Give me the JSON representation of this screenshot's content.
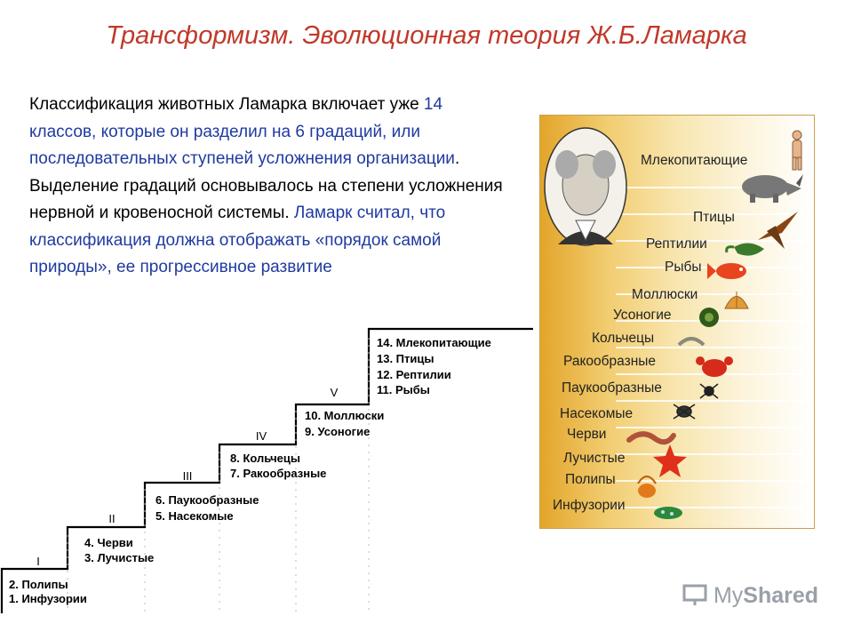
{
  "title": "Трансформизм. Эволюционная теория Ж.Б.Ламарка",
  "paragraph": {
    "p1": "Классификация животных Ламарка включает уже ",
    "p2": "14 классов, которые он разделил на 6 градаций, или последовательных ступеней усложнения организации",
    "p3": ". Выделение градаций основывалось на степени усложнения нервной и кровеносной системы. ",
    "p4": "Ламарк считал, что классификация должна отображать «порядок самой природы», ее прогрессивное развитие"
  },
  "stairs": {
    "roman": [
      "I",
      "II",
      "III",
      "IV",
      "V"
    ],
    "classes": [
      "1. Инфузории",
      "2. Полипы",
      "3. Лучистые",
      "4. Черви",
      "5. Насекомые",
      "6. Паукообразные",
      "7. Ракообразные",
      "8. Кольчецы",
      "9. Усоногие",
      "10. Моллюски",
      "11. Рыбы",
      "12. Рептилии",
      "13. Птицы",
      "14. Млекопитающие"
    ]
  },
  "panel_labels": [
    "Млекопитающие",
    "Птицы",
    "Рептилии",
    "Рыбы",
    "Моллюски",
    "Усоногие",
    "Кольчецы",
    "Ракообразные",
    "Паукообразные",
    "Насекомые",
    "Черви",
    "Лучистые",
    "Полипы",
    "Инфузории"
  ],
  "watermark": {
    "my": "My",
    "shared": "Shared"
  }
}
